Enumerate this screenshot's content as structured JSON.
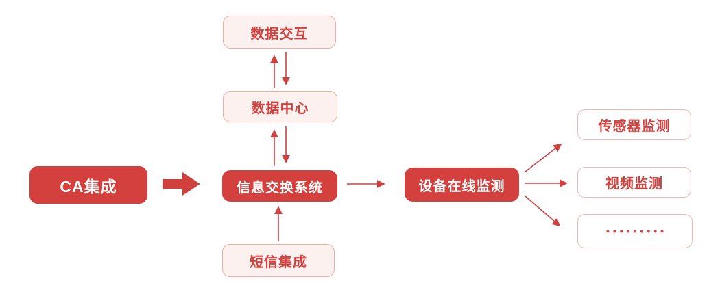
{
  "diagram": {
    "accent_color": "#d4403d",
    "soft_fill": "#fdf1f0",
    "soft_border": "#f2aba6",
    "outline_border": "#f5b5b0",
    "nodes": {
      "ca": {
        "label": "CA集成",
        "style": "solid"
      },
      "data_exchange": {
        "label": "数据交互",
        "style": "soft"
      },
      "data_center": {
        "label": "数据中心",
        "style": "soft"
      },
      "info_exchange": {
        "label": "信息交换系统",
        "style": "solid"
      },
      "sms": {
        "label": "短信集成",
        "style": "soft"
      },
      "device_monitor": {
        "label": "设备在线监测",
        "style": "solid"
      },
      "sensor_monitor": {
        "label": "传感器监测",
        "style": "outline"
      },
      "video_monitor": {
        "label": "视频监测",
        "style": "outline"
      },
      "more": {
        "label": "•••••••••",
        "style": "outline"
      }
    },
    "edges": [
      {
        "from": "ca",
        "to": "info_exchange",
        "type": "block-arrow"
      },
      {
        "from": "data_center",
        "to": "data_exchange",
        "type": "arrow"
      },
      {
        "from": "data_exchange",
        "to": "data_center",
        "type": "arrow"
      },
      {
        "from": "info_exchange",
        "to": "data_center",
        "type": "arrow"
      },
      {
        "from": "data_center",
        "to": "info_exchange",
        "type": "arrow"
      },
      {
        "from": "sms",
        "to": "info_exchange",
        "type": "arrow"
      },
      {
        "from": "info_exchange",
        "to": "device_monitor",
        "type": "arrow"
      },
      {
        "from": "device_monitor",
        "to": "sensor_monitor",
        "type": "arrow"
      },
      {
        "from": "device_monitor",
        "to": "video_monitor",
        "type": "arrow"
      },
      {
        "from": "device_monitor",
        "to": "more",
        "type": "arrow"
      }
    ]
  }
}
